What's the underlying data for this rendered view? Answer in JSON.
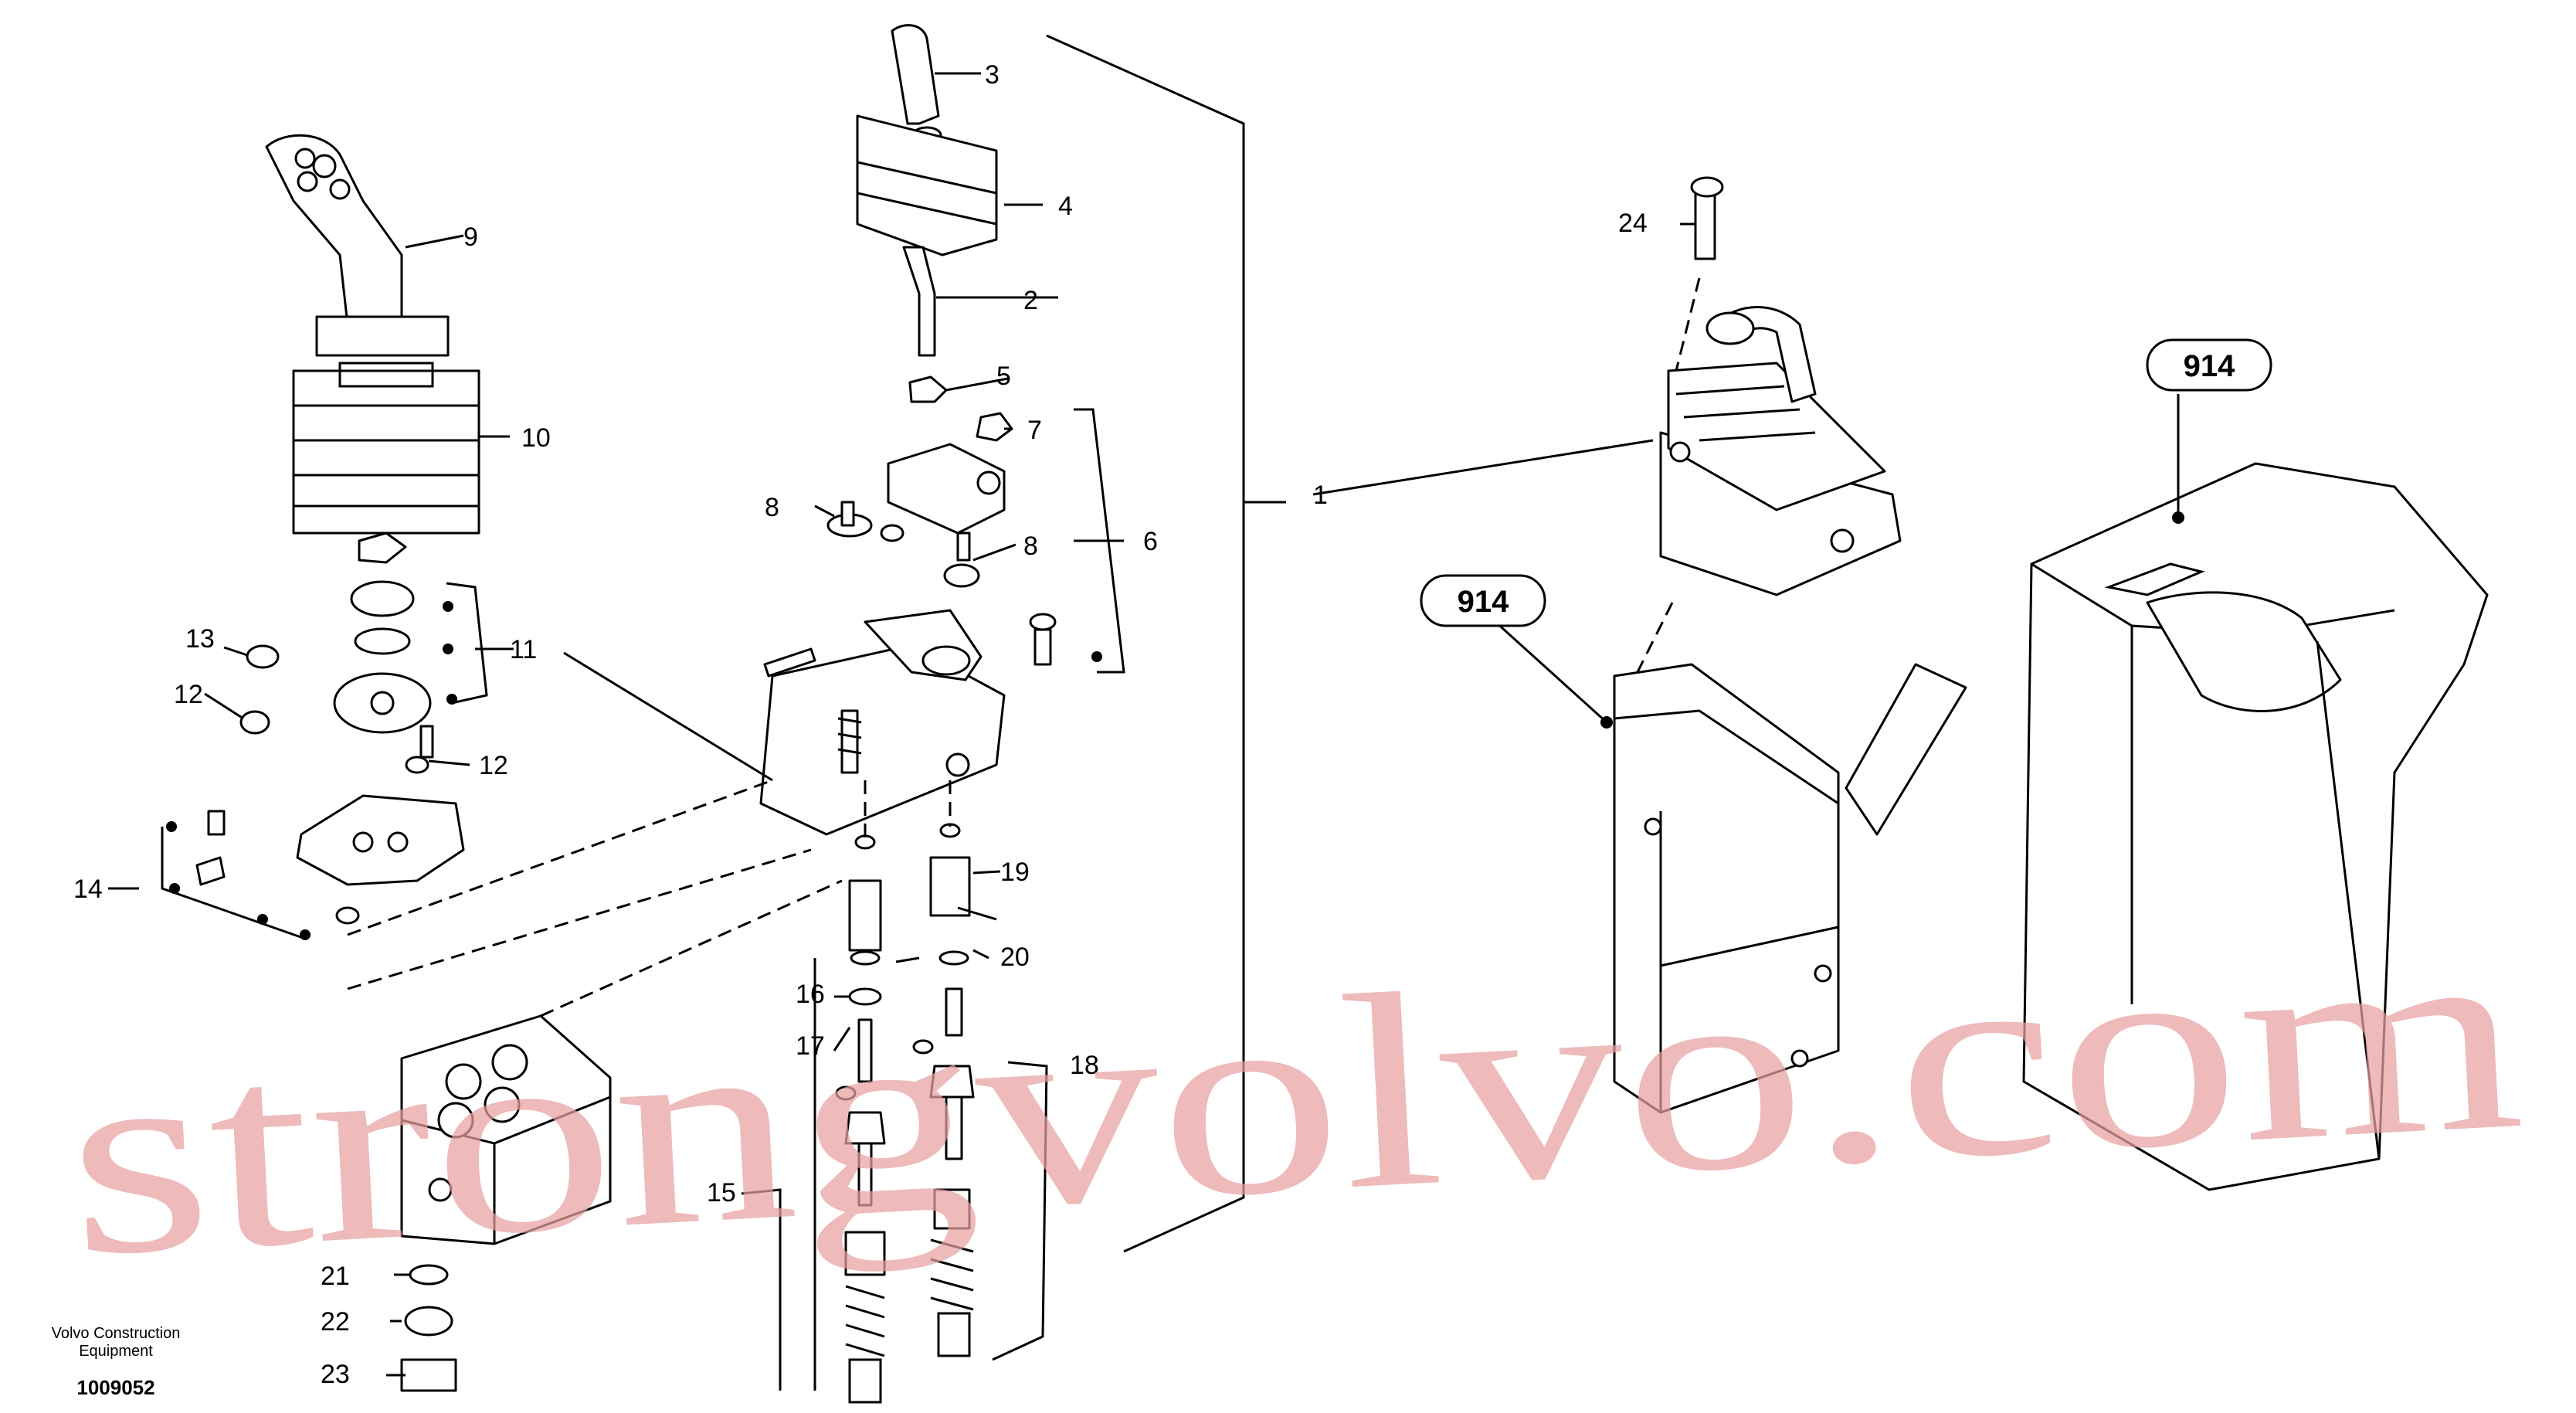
{
  "labels": [
    "1",
    "2",
    "3",
    "4",
    "5",
    "6",
    "7",
    "8",
    "8",
    "9",
    "10",
    "11",
    "12",
    "12",
    "13",
    "14",
    "15",
    "16",
    "17",
    "18",
    "19",
    "20",
    "21",
    "22",
    "23",
    "24"
  ],
  "callouts": [
    "914",
    "914"
  ],
  "footer": {
    "maker_line1": "Volvo Construction",
    "maker_line2": "Equipment",
    "drawing_number": "1009052"
  },
  "watermark": "strongvolvo.com"
}
